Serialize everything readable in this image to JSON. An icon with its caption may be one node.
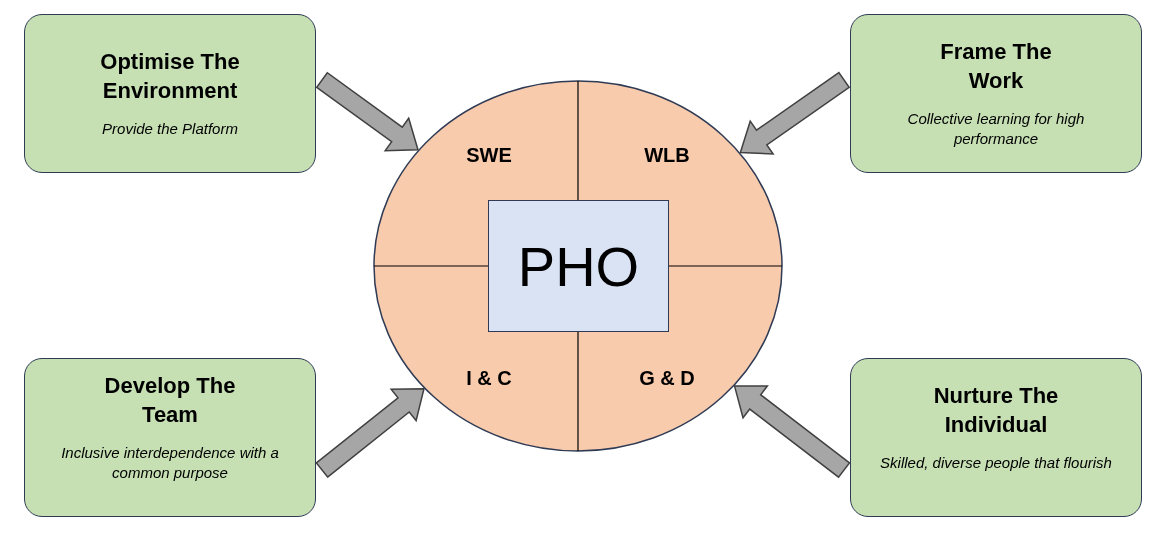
{
  "diagram": {
    "nodes": [
      {
        "text": [
          "Optimise The Environment",
          "Provide the Platform"
        ]
      },
      {
        "text": [
          "Frame The Work",
          "Collective learning for high performance"
        ]
      },
      {
        "text": [],
        "shape": "circle"
      },
      {
        "text": [
          "SWE"
        ],
        "in": 2
      },
      {
        "text": [
          "WLB"
        ],
        "in": 2
      },
      {
        "text": [
          "PHO"
        ],
        "in": 2
      },
      {
        "text": [
          "I & C"
        ],
        "in": 2
      },
      {
        "text": [
          "G & D"
        ],
        "in": 2
      },
      {
        "text": [
          "Develop The Team",
          "Inclusive interdependence with a common purpose"
        ]
      },
      {
        "text": [
          "Nurture The Individual",
          "Skilled, diverse people that flourish"
        ]
      }
    ],
    "edges": [
      {
        "from": 0,
        "to": 2,
        "arrow": "to",
        "style": "thick"
      },
      {
        "from": 1,
        "to": 2,
        "arrow": "to",
        "style": "thick"
      },
      {
        "from": 8,
        "to": 2,
        "arrow": "to",
        "style": "thick"
      },
      {
        "from": 9,
        "to": 2,
        "arrow": "to",
        "style": "thick"
      }
    ]
  }
}
